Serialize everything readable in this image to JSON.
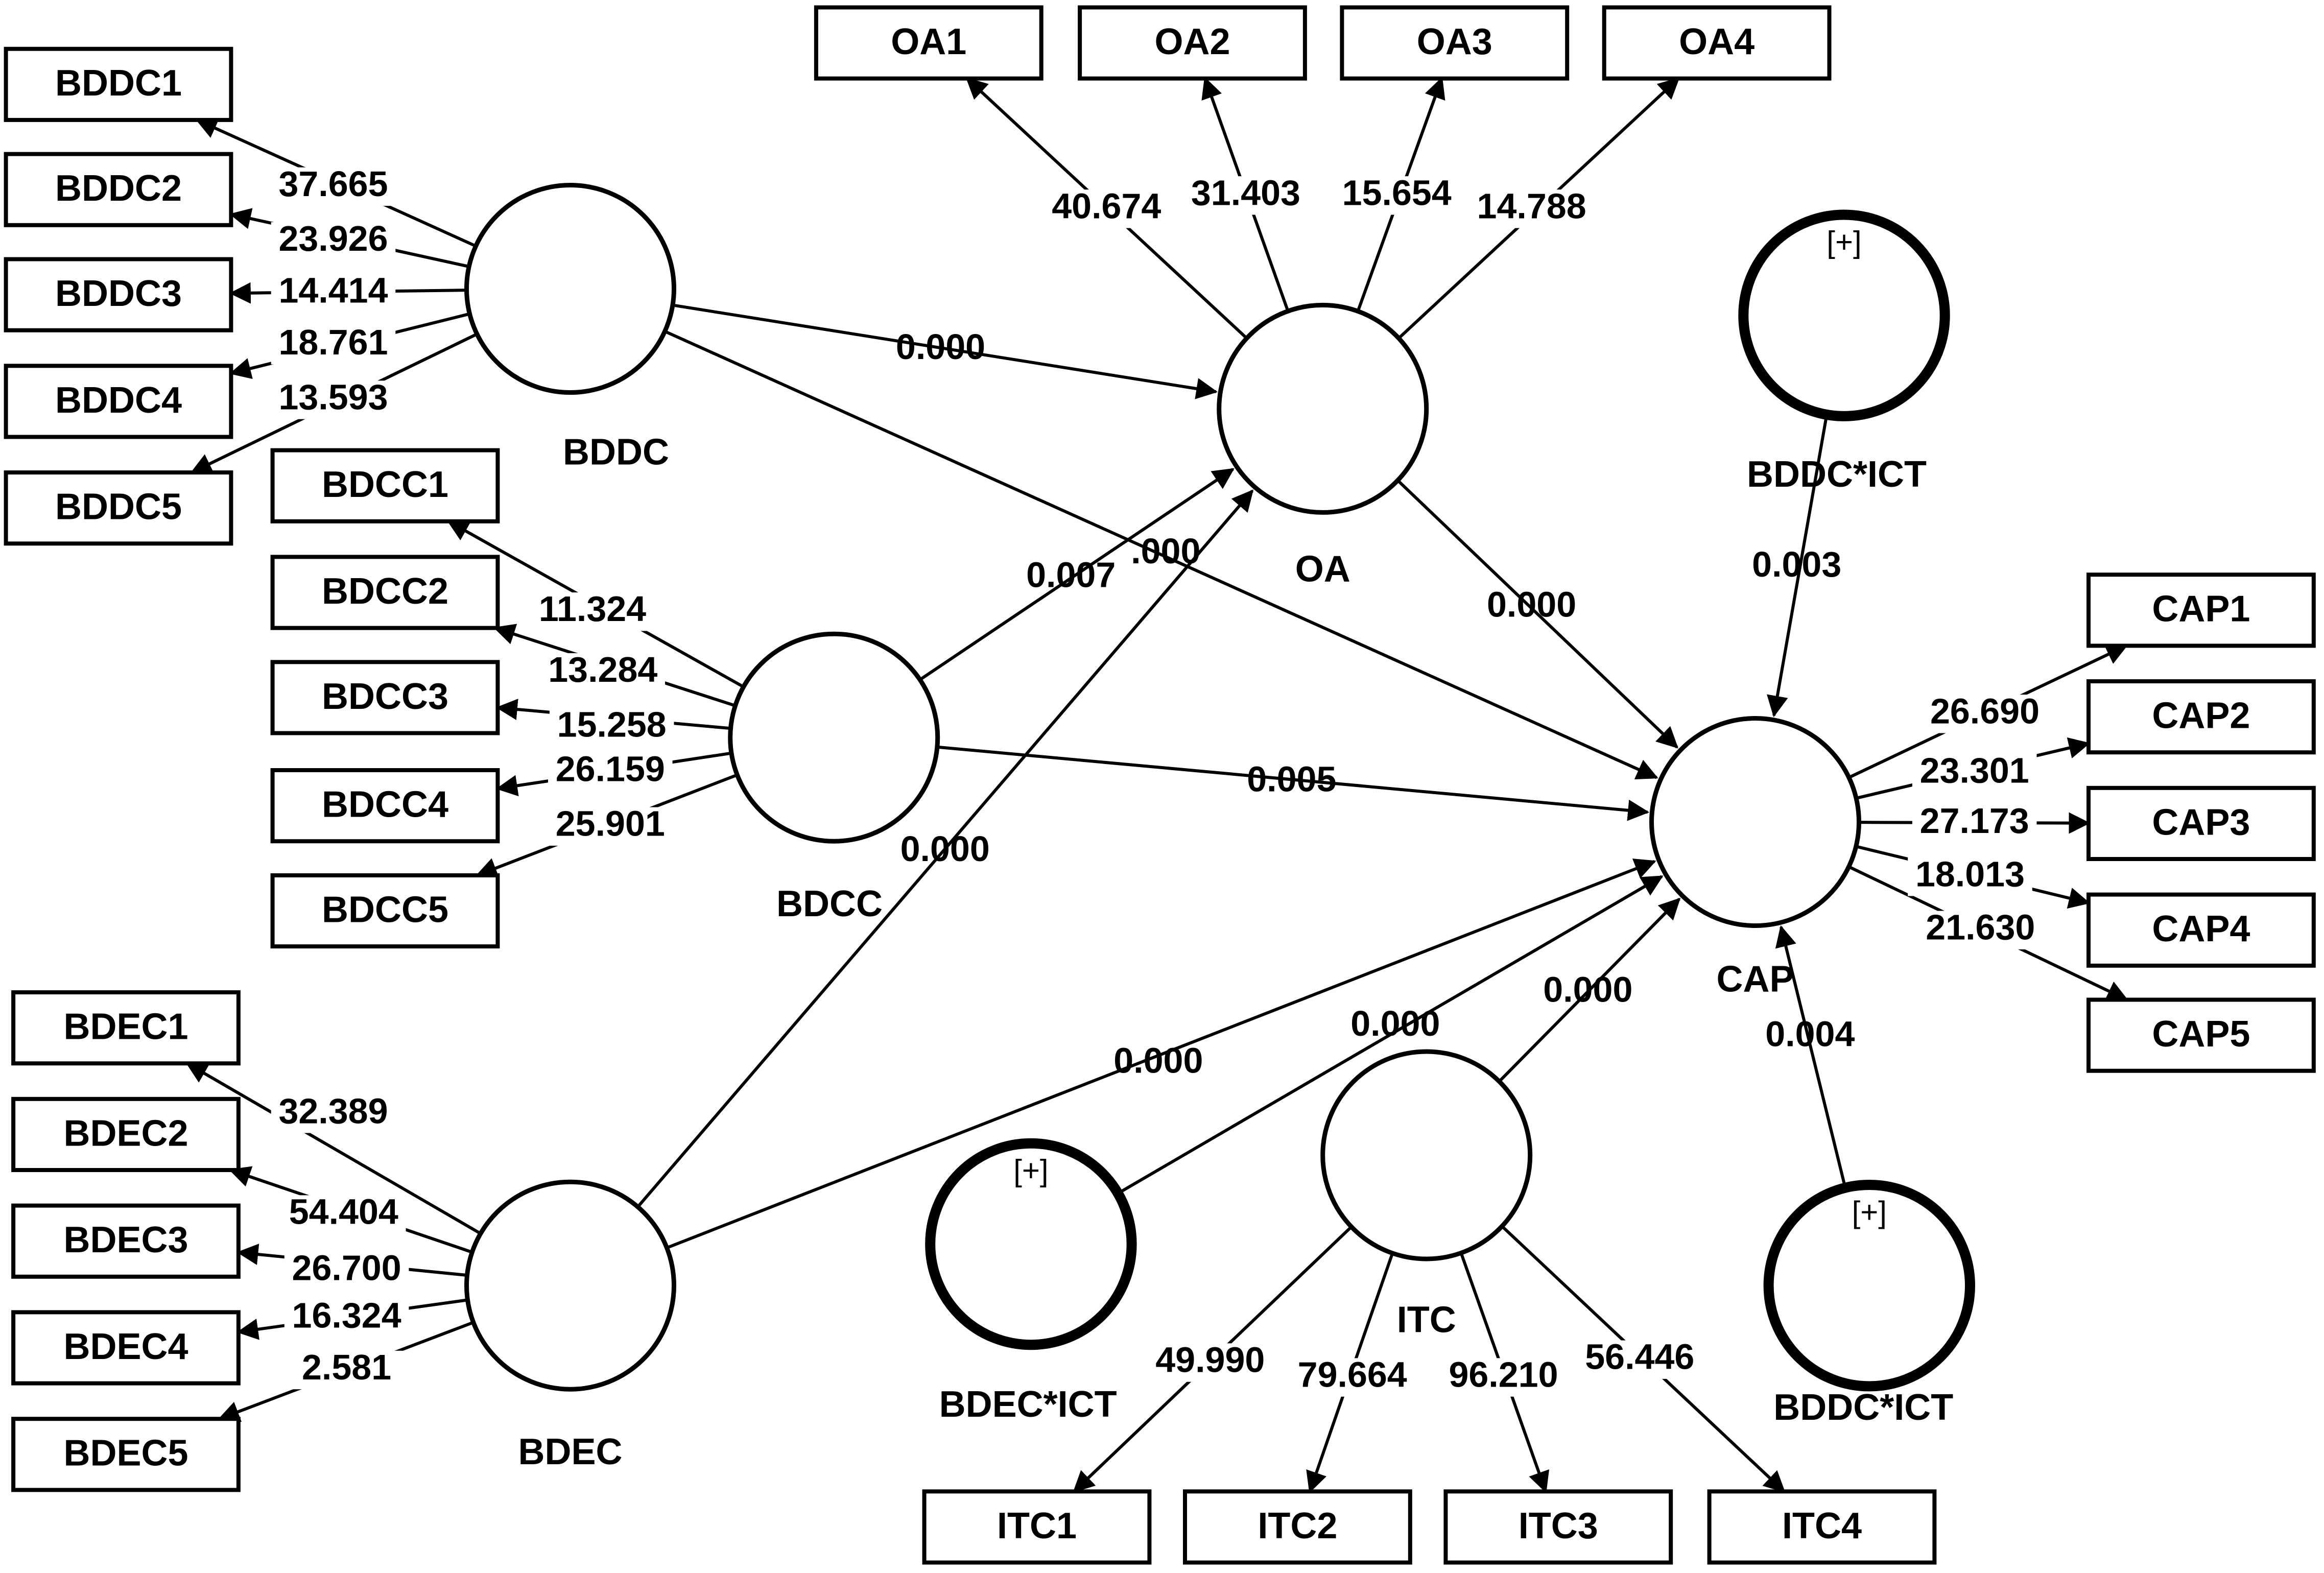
{
  "colors": {
    "stroke": "#000000",
    "fill": "#ffffff",
    "text": "#000000"
  },
  "constructs": {
    "BDDC": {
      "label": "BDDC",
      "moderator": false
    },
    "BDCC": {
      "label": "BDCC",
      "moderator": false
    },
    "BDEC": {
      "label": "BDEC",
      "moderator": false
    },
    "OA": {
      "label": "OA",
      "moderator": false
    },
    "CAP": {
      "label": "CAP",
      "moderator": false
    },
    "ITC": {
      "label": "ITC",
      "moderator": false
    },
    "BDDC_ICT_top": {
      "label": "BDDC*ICT",
      "moderator": true,
      "marker": "[+]"
    },
    "BDEC_ICT": {
      "label": "BDEC*ICT",
      "moderator": true,
      "marker": "[+]"
    },
    "BDDC_ICT_bottom": {
      "label": "BDDC*ICT",
      "moderator": true,
      "marker": "[+]"
    }
  },
  "indicators": {
    "BDDC": [
      {
        "label": "BDDC1",
        "loading": "37.665"
      },
      {
        "label": "BDDC2",
        "loading": "23.926"
      },
      {
        "label": "BDDC3",
        "loading": "14.414"
      },
      {
        "label": "BDDC4",
        "loading": "18.761"
      },
      {
        "label": "BDDC5",
        "loading": "13.593"
      }
    ],
    "BDCC": [
      {
        "label": "BDCC1",
        "loading": "11.324"
      },
      {
        "label": "BDCC2",
        "loading": "13.284"
      },
      {
        "label": "BDCC3",
        "loading": "15.258"
      },
      {
        "label": "BDCC4",
        "loading": "26.159"
      },
      {
        "label": "BDCC5",
        "loading": "25.901"
      }
    ],
    "BDEC": [
      {
        "label": "BDEC1",
        "loading": "32.389"
      },
      {
        "label": "BDEC2",
        "loading": "54.404"
      },
      {
        "label": "BDEC3",
        "loading": "26.700"
      },
      {
        "label": "BDEC4",
        "loading": "16.324"
      },
      {
        "label": "BDEC5",
        "loading": "2.581"
      }
    ],
    "OA": [
      {
        "label": "OA1",
        "loading": "40.674"
      },
      {
        "label": "OA2",
        "loading": "31.403"
      },
      {
        "label": "OA3",
        "loading": "15.654"
      },
      {
        "label": "OA4",
        "loading": "14.788"
      }
    ],
    "CAP": [
      {
        "label": "CAP1",
        "loading": "26.690"
      },
      {
        "label": "CAP2",
        "loading": "23.301"
      },
      {
        "label": "CAP3",
        "loading": "27.173"
      },
      {
        "label": "CAP4",
        "loading": "18.013"
      },
      {
        "label": "CAP5",
        "loading": "21.630"
      }
    ],
    "ITC": [
      {
        "label": "ITC1",
        "loading": "49.990"
      },
      {
        "label": "ITC2",
        "loading": "79.664"
      },
      {
        "label": "ITC3",
        "loading": "96.210"
      },
      {
        "label": "ITC4",
        "loading": "56.446"
      }
    ]
  },
  "paths": [
    {
      "from": "BDDC",
      "to": "OA",
      "value": "0.000"
    },
    {
      "from": "BDDC",
      "to": "CAP",
      "value": ".000"
    },
    {
      "from": "BDCC",
      "to": "OA",
      "value": "0.007"
    },
    {
      "from": "BDCC",
      "to": "CAP",
      "value": "0.005"
    },
    {
      "from": "BDEC",
      "to": "OA",
      "value": "0.000"
    },
    {
      "from": "BDEC",
      "to": "CAP",
      "value": "0.000"
    },
    {
      "from": "OA",
      "to": "CAP",
      "value": "0.000"
    },
    {
      "from": "BDDC*ICT",
      "to": "CAP",
      "value": "0.003"
    },
    {
      "from": "BDEC*ICT",
      "to": "CAP",
      "value": "0.000"
    },
    {
      "from": "ITC",
      "to": "CAP",
      "value": "0.000"
    },
    {
      "from": "BDDC*ICT",
      "to": "CAP",
      "value": "0.004"
    }
  ]
}
